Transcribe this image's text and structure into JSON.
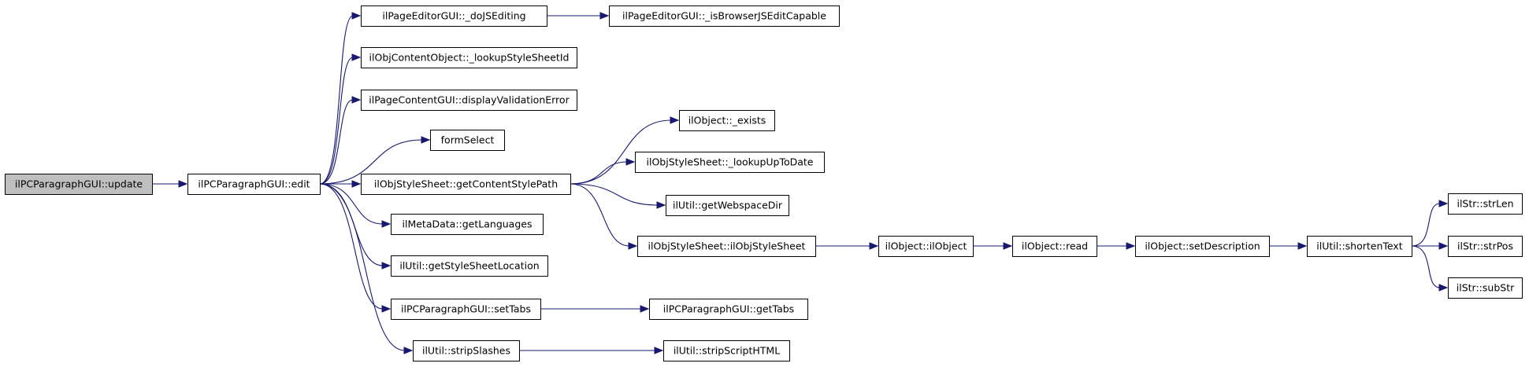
{
  "colors": {
    "edge": "#191970",
    "root_fill": "#bfbfbf",
    "node_fill": "#ffffff",
    "border": "#000000"
  },
  "nodes": [
    {
      "id": "n1",
      "label": "ilPCParagraphGUI::update",
      "root": true
    },
    {
      "id": "n2",
      "label": "ilPCParagraphGUI::edit"
    },
    {
      "id": "n3",
      "label": "ilPageEditorGUI::_doJSEditing"
    },
    {
      "id": "n4",
      "label": "ilObjContentObject::_lookupStyleSheetId"
    },
    {
      "id": "n5",
      "label": "ilPageContentGUI::displayValidationError"
    },
    {
      "id": "n6",
      "label": "formSelect"
    },
    {
      "id": "n7",
      "label": "ilObjStyleSheet::getContentStylePath"
    },
    {
      "id": "n8",
      "label": "ilMetaData::getLanguages"
    },
    {
      "id": "n9",
      "label": "ilUtil::getStyleSheetLocation"
    },
    {
      "id": "n10",
      "label": "ilPCParagraphGUI::setTabs"
    },
    {
      "id": "n11",
      "label": "ilUtil::stripSlashes"
    },
    {
      "id": "n12",
      "label": "ilPageEditorGUI::_isBrowserJSEditCapable"
    },
    {
      "id": "n13",
      "label": "ilObject::_exists"
    },
    {
      "id": "n14",
      "label": "ilObjStyleSheet::_lookupUpToDate"
    },
    {
      "id": "n15",
      "label": "ilUtil::getWebspaceDir"
    },
    {
      "id": "n16",
      "label": "ilObjStyleSheet::ilObjStyleSheet"
    },
    {
      "id": "n17",
      "label": "ilPCParagraphGUI::getTabs"
    },
    {
      "id": "n18",
      "label": "ilUtil::stripScriptHTML"
    },
    {
      "id": "n19",
      "label": "ilObject::ilObject"
    },
    {
      "id": "n20",
      "label": "ilObject::read"
    },
    {
      "id": "n21",
      "label": "ilObject::setDescription"
    },
    {
      "id": "n22",
      "label": "ilUtil::shortenText"
    },
    {
      "id": "n23",
      "label": "ilStr::strLen"
    },
    {
      "id": "n24",
      "label": "ilStr::strPos"
    },
    {
      "id": "n25",
      "label": "ilStr::subStr"
    }
  ],
  "edges": [
    {
      "from": "n1",
      "to": "n2"
    },
    {
      "from": "n2",
      "to": "n3"
    },
    {
      "from": "n2",
      "to": "n4"
    },
    {
      "from": "n2",
      "to": "n5"
    },
    {
      "from": "n2",
      "to": "n6"
    },
    {
      "from": "n2",
      "to": "n7"
    },
    {
      "from": "n2",
      "to": "n8"
    },
    {
      "from": "n2",
      "to": "n9"
    },
    {
      "from": "n2",
      "to": "n10"
    },
    {
      "from": "n2",
      "to": "n11"
    },
    {
      "from": "n3",
      "to": "n12"
    },
    {
      "from": "n7",
      "to": "n13"
    },
    {
      "from": "n7",
      "to": "n14"
    },
    {
      "from": "n7",
      "to": "n15"
    },
    {
      "from": "n7",
      "to": "n16"
    },
    {
      "from": "n10",
      "to": "n17"
    },
    {
      "from": "n11",
      "to": "n18"
    },
    {
      "from": "n16",
      "to": "n19"
    },
    {
      "from": "n19",
      "to": "n20"
    },
    {
      "from": "n20",
      "to": "n21"
    },
    {
      "from": "n21",
      "to": "n22"
    },
    {
      "from": "n22",
      "to": "n23"
    },
    {
      "from": "n22",
      "to": "n24"
    },
    {
      "from": "n22",
      "to": "n25"
    }
  ]
}
